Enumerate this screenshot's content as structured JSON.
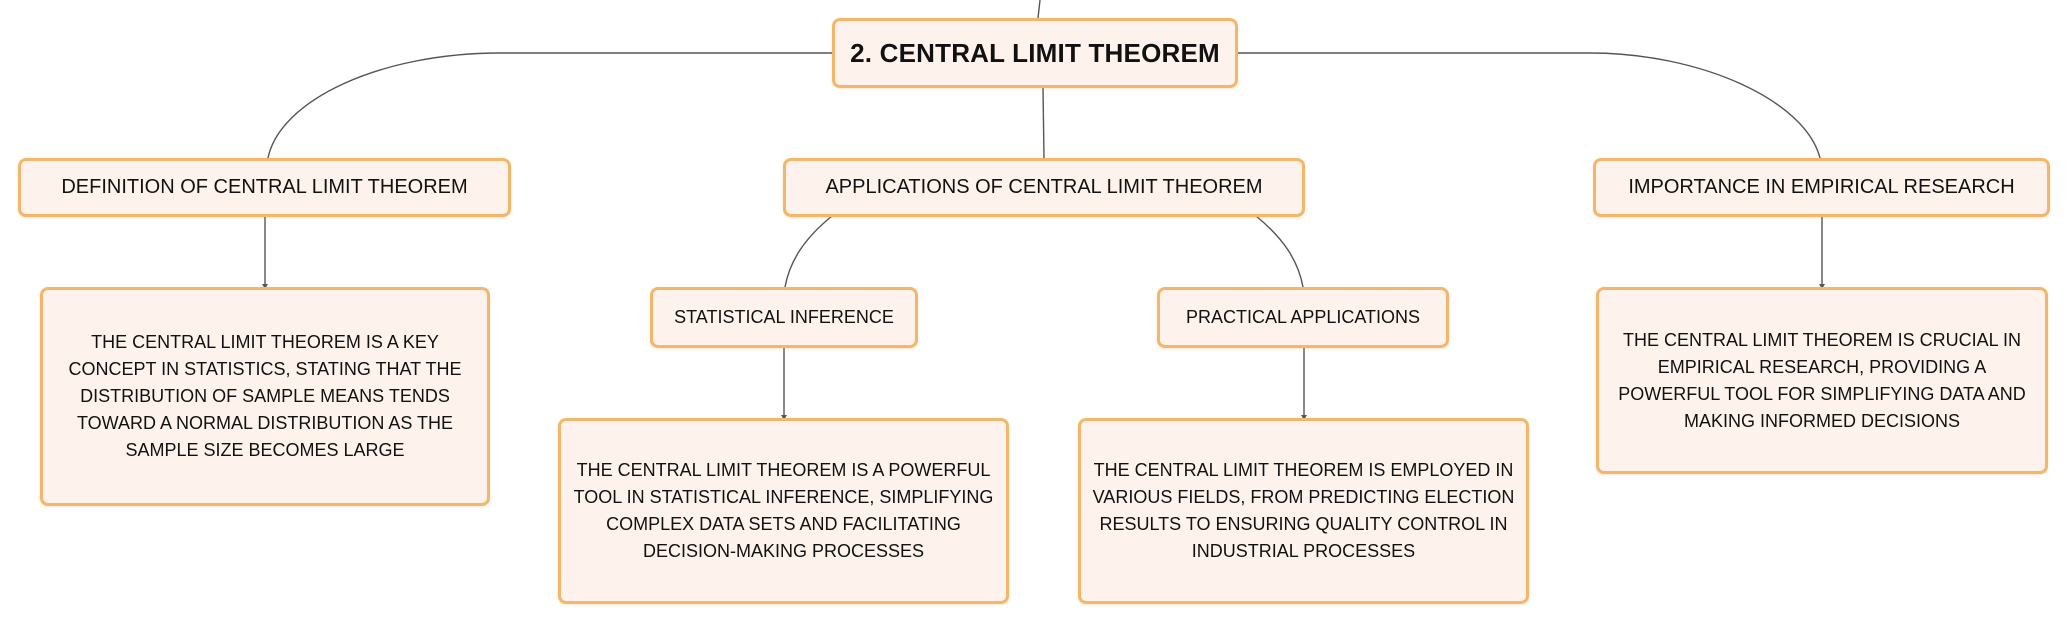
{
  "root": {
    "label": "2. CENTRAL LIMIT THEOREM"
  },
  "branches": {
    "definition": {
      "label": "DEFINITION OF CENTRAL LIMIT THEOREM",
      "detail": "THE CENTRAL LIMIT THEOREM IS A KEY CONCEPT IN STATISTICS, STATING THAT THE DISTRIBUTION OF SAMPLE MEANS TENDS TOWARD A NORMAL DISTRIBUTION AS THE SAMPLE SIZE BECOMES LARGE"
    },
    "applications": {
      "label": "APPLICATIONS OF CENTRAL LIMIT THEOREM",
      "statistical_inference": {
        "label": "STATISTICAL INFERENCE",
        "detail": "THE CENTRAL LIMIT THEOREM IS A POWERFUL TOOL IN STATISTICAL INFERENCE, SIMPLIFYING COMPLEX DATA SETS AND FACILITATING DECISION-MAKING PROCESSES"
      },
      "practical_applications": {
        "label": "PRACTICAL APPLICATIONS",
        "detail": "THE CENTRAL LIMIT THEOREM IS EMPLOYED IN VARIOUS FIELDS, FROM PREDICTING ELECTION RESULTS TO ENSURING QUALITY CONTROL IN INDUSTRIAL PROCESSES"
      }
    },
    "importance": {
      "label": "IMPORTANCE IN EMPIRICAL RESEARCH",
      "detail": "THE CENTRAL LIMIT THEOREM IS CRUCIAL IN EMPIRICAL RESEARCH, PROVIDING A POWERFUL TOOL FOR SIMPLIFYING DATA AND MAKING INFORMED DECISIONS"
    }
  },
  "colors": {
    "node_border": "#f4b66a",
    "node_fill": "#fdf3ec",
    "connector": "#555555",
    "text": "#111111"
  }
}
